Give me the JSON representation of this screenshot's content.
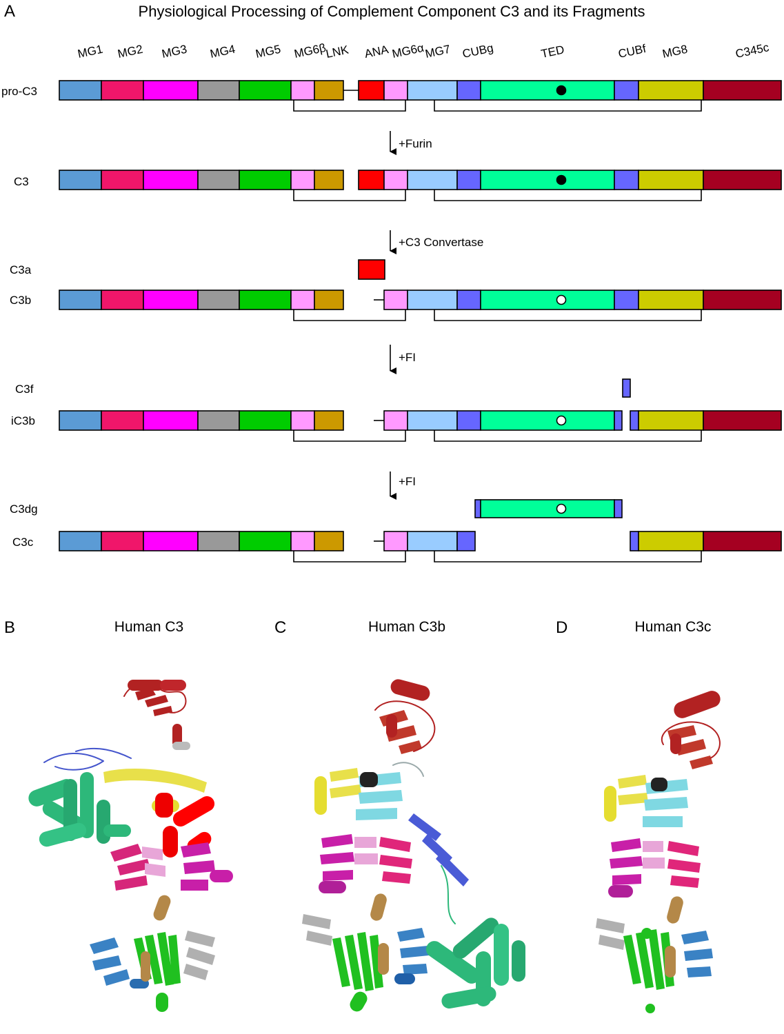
{
  "panel_letters": {
    "a": "A",
    "b": "B",
    "c": "C",
    "d": "D"
  },
  "title": "Physiological Processing of Complement Component C3 and its Fragments",
  "domain_labels": [
    "MG1",
    "MG2",
    "MG3",
    "MG4",
    "MG5",
    "MG6β",
    "LNK",
    "ANA",
    "MG6α",
    "MG7",
    "CUBg",
    "TED",
    "CUBf",
    "MG8",
    "C345c"
  ],
  "colors": {
    "MG1": "#5b9bd5",
    "MG2": "#f0166a",
    "MG3": "#ff00ff",
    "MG4": "#999999",
    "MG5": "#00cc00",
    "MG6": "#ff99ff",
    "LNK": "#cc9900",
    "ANA": "#ff0000",
    "MG7": "#99ccff",
    "CUB": "#6666ff",
    "TED": "#00ff99",
    "MG8": "#cccc00",
    "C345c": "#a50021",
    "thioester_intact": "#000000",
    "thioester_reacted": "#ffffff"
  },
  "rows": {
    "pro_c3": "pro-C3",
    "c3": "C3",
    "c3a": "C3a",
    "c3b": "C3b",
    "c3f": "C3f",
    "ic3b": "iC3b",
    "c3dg": "C3dg",
    "c3c": "C3c"
  },
  "steps": [
    "+Furin",
    "+C3 Convertase",
    "+FI",
    "+FI"
  ],
  "structures": [
    "Human C3",
    "Human C3b",
    "Human C3c"
  ]
}
